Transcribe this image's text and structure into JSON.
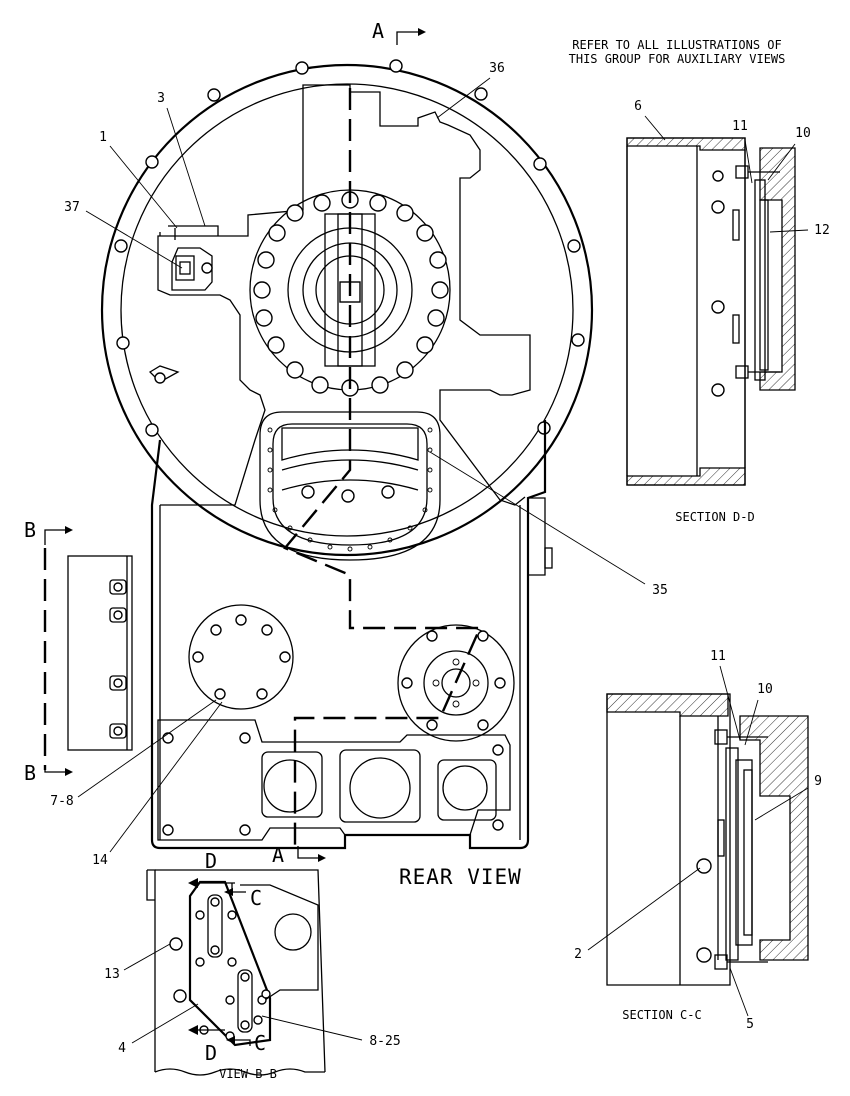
{
  "note": {
    "line1": "REFER TO ALL ILLUSTRATIONS OF",
    "line2": "THIS GROUP FOR AUXILIARY VIEWS"
  },
  "views": {
    "rear": "REAR VIEW",
    "section_dd": "SECTION D-D",
    "section_cc": "SECTION C-C",
    "view_bb": "VIEW B-B"
  },
  "section_markers": {
    "a": "A",
    "b": "B",
    "c": "C",
    "d": "D"
  },
  "callouts": {
    "c1": "1",
    "c2": "2",
    "c3": "3",
    "c4": "4",
    "c5": "5",
    "c6": "6",
    "c7_8": "7-8",
    "c8_25": "8-25",
    "c9": "9",
    "c10": "10",
    "c11": "11",
    "c12": "12",
    "c13": "13",
    "c14": "14",
    "c35": "35",
    "c36": "36",
    "c37": "37"
  }
}
